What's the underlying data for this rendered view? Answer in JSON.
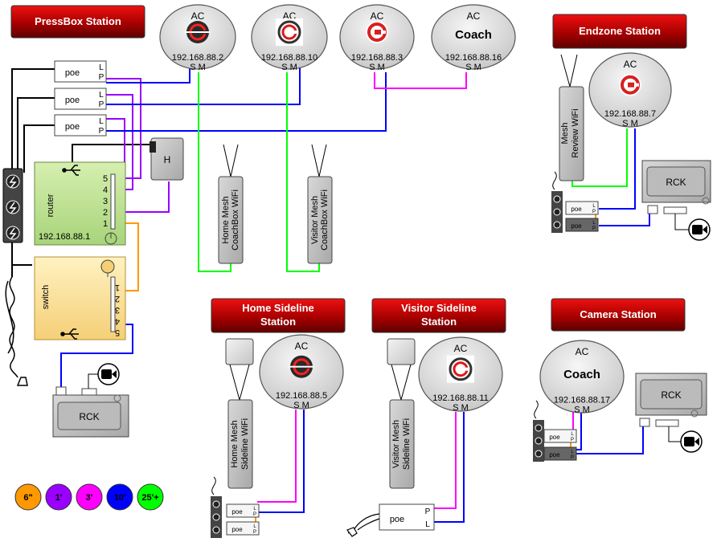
{
  "stations": {
    "pressbox": "PressBox Station",
    "endzone": "Endzone Station",
    "home_sideline": [
      "Home Sideline",
      "Station"
    ],
    "visitor_sideline": [
      "Visitor Sideline",
      "Station"
    ],
    "camera": "Camera Station"
  },
  "ac_units": [
    {
      "label": "AC",
      "ip": "192.168.88.2",
      "ports": "S M",
      "logo": "dark"
    },
    {
      "label": "AC",
      "ip": "192.168.88.10",
      "ports": "S M",
      "logo": "red"
    },
    {
      "label": "AC",
      "ip": "192.168.88.3",
      "ports": "S M",
      "logo": "light"
    },
    {
      "label": "AC",
      "ip": "192.168.88.16",
      "ports": "S M",
      "text": "Coach"
    },
    {
      "label": "AC",
      "ip": "192.168.88.7",
      "ports": "S M",
      "logo": "light"
    },
    {
      "label": "AC",
      "ip": "192.168.88.5",
      "ports": "S M",
      "logo": "dark"
    },
    {
      "label": "AC",
      "ip": "192.168.88.11",
      "ports": "S M",
      "logo": "red"
    },
    {
      "label": "AC",
      "ip": "192.168.88.17",
      "ports": "S M",
      "text": "Coach"
    }
  ],
  "mesh": {
    "home_coachbox": [
      "Home Mesh",
      "CoachBox WiFi"
    ],
    "visitor_coachbox": [
      "Visitor Mesh",
      "CoachBox WiFi"
    ],
    "review": [
      "Mesh",
      "Review  WiFi"
    ],
    "home_sideline": [
      "Home Mesh",
      "Sideline  WiFi"
    ],
    "visitor_sideline": [
      "Visitor Mesh",
      "Sideline  WiFi"
    ]
  },
  "poe": {
    "label": "poe",
    "port_l": "L",
    "port_p": "P"
  },
  "router": {
    "label": "router",
    "ip": "192.168.88.1",
    "ports": [
      "5",
      "4",
      "3",
      "2",
      "1"
    ]
  },
  "switch": {
    "label": "switch",
    "ports": [
      "1",
      "2",
      "3",
      "4",
      "5"
    ]
  },
  "h_box": "H",
  "rck": "RCK",
  "legend": [
    {
      "label": "6\"",
      "color": "#ff9900"
    },
    {
      "label": "1'",
      "color": "#9900ff"
    },
    {
      "label": "3'",
      "color": "#ff00ff"
    },
    {
      "label": "10'",
      "color": "#0000ff"
    },
    {
      "label": "25'+",
      "color": "#00ff00"
    }
  ],
  "colors": {
    "orange": "#ff9900",
    "purple": "#9900ff",
    "magenta": "#ff00ff",
    "blue": "#0000ff",
    "green": "#00ff00",
    "banner": "#b00000"
  }
}
